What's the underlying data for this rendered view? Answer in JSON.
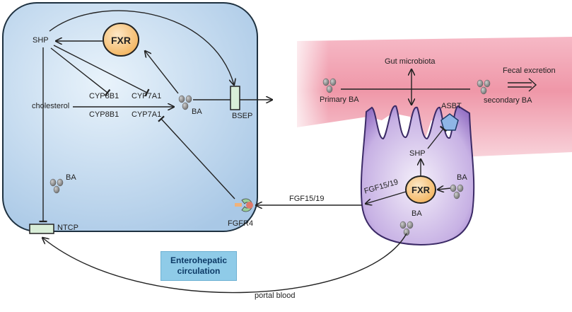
{
  "labels": {
    "shp_liver": "SHP",
    "fxr_liver": "FXR",
    "cholesterol": "cholesterol",
    "cyp8b1_top": "CYP8B1",
    "cyp7a1_top": "CYP7A1",
    "cyp8b1_bottom": "CYP8B1",
    "cyp7a1_bottom": "CYP7A1",
    "ba_center": "BA",
    "bsep": "BSEP",
    "ba_liver": "BA",
    "ntcp": "NTCP",
    "fgfr4": "FGFR4",
    "fgf_left": "FGF15/19",
    "fgf_right": "FGF15/19",
    "gut_microbiota": "Gut microbiota",
    "fecal_excretion": "Fecal excretion",
    "primary_ba": "Primary BA",
    "secondary_ba": "secondary BA",
    "asbt": "ASBT",
    "shp_intestine": "SHP",
    "fxr_intestine": "FXR",
    "ba_intestine_right": "BA",
    "ba_intestine_bottom": "BA",
    "enterohepatic_line1": "Enterohepatic",
    "enterohepatic_line2": "circulation",
    "portal_blood": "portal blood"
  },
  "colors": {
    "hepatocyte_fill": "#c6dcee",
    "gut_fill": "#f2a8b6",
    "enterocyte_fill": "#a98bd0",
    "fxr_fill": "#f7c57e",
    "bile_acid_dot": "#8c8c8c",
    "transporter_fill": "#d9eed8",
    "asbt_fill": "#8fb6e6",
    "label_box": "#8fcbe8"
  }
}
